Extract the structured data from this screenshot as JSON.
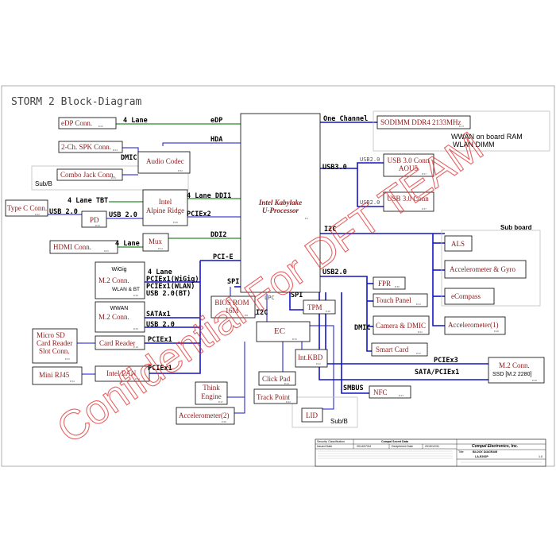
{
  "title": "STORM 2 Block-Diagram",
  "watermark": "Confidential For DFT TEAM",
  "cpu": {
    "line1": "Intel Kabylake",
    "line2": "U-Processor",
    "page": "P.5"
  },
  "blocks": {
    "edp": {
      "label": "eDP Conn.",
      "page": "P.22"
    },
    "spk": {
      "label": "2-Ch. SPK Conn.",
      "page": "P.34"
    },
    "codec": {
      "label": "Audio Codec",
      "page": "P.32"
    },
    "combo": {
      "label": "Combo Jack Conn.",
      "page": "P.33"
    },
    "typec": {
      "label": "Type C Conn.",
      "page": "P.42"
    },
    "pd": {
      "label": "PD",
      "page": "P.43"
    },
    "alpine": {
      "line1": "Intel",
      "line2": "Alpine Ridge",
      "page": "P.40"
    },
    "hdmi": {
      "label": "HDMI Conn.",
      "page": "P.25"
    },
    "mux": {
      "label": "Mux",
      "page": "P.24"
    },
    "m2wigig": {
      "title": "WiGig",
      "label": "M.2 Conn.",
      "sub": "WLAN & BT",
      "page": "P.28"
    },
    "m2wwan": {
      "title": "WWAN",
      "label": "M.2 Conn.",
      "page": "P.29"
    },
    "cardreader": {
      "label": "Card Reader",
      "page": "P.19"
    },
    "microsd": {
      "line1": "Micro SD",
      "line2": "Card  Reader",
      "line3": "Slot Conn.",
      "page": "P.35"
    },
    "lan": {
      "label": "Intel LAN",
      "page": "P.34"
    },
    "rj45": {
      "label": "Mini RJ45",
      "page": "P.34"
    },
    "bios": {
      "line1": "BIOS ROM",
      "line2": "16M",
      "page": "P.6"
    },
    "tpm": {
      "label": "TPM",
      "page": "P.48"
    },
    "ec": {
      "label": "EC",
      "page": "P.35"
    },
    "intkbd": {
      "label": "Int.KBD",
      "page": "P.42"
    },
    "thinkengine": {
      "line1": "Think",
      "line2": "Engine",
      "page": "P.47"
    },
    "clickpad": {
      "label": "Click Pad",
      "page": "P.44"
    },
    "trackpoint": {
      "label": "Track Point",
      "page": "P.42"
    },
    "accel2": {
      "label": "Accelerometer(2)",
      "page": "P.46"
    },
    "lid": {
      "label": "LID"
    },
    "sodimm": {
      "label": "SODIMM DDR4 2133MHz",
      "page": "P.13"
    },
    "usb3aou": {
      "line1": "USB 3.0 Conn",
      "line2": "AOU5",
      "page": "P.37"
    },
    "usb3": {
      "label": "USB 3.0 Conn",
      "page": "P.37"
    },
    "als": {
      "label": "ALS"
    },
    "accelgyro": {
      "label": "Accelerometer & Gyro"
    },
    "ecompass": {
      "label": "eCompass"
    },
    "accel1": {
      "label": "Accelerometer(1)",
      "page": "P.46"
    },
    "fpr": {
      "label": "FPR",
      "page": "P.30"
    },
    "touchpanel": {
      "label": "Touch Panel",
      "page": "P.22"
    },
    "camera": {
      "label": "Camera & DMIC",
      "page": "P.22"
    },
    "smartcard": {
      "label": "Smart Card",
      "page": "P.32"
    },
    "nfc": {
      "label": "NFC",
      "page": "P.43"
    },
    "m2ssd": {
      "label": "M.2 Conn.",
      "sub": "SSD [M.2 2280]",
      "page": "P.28"
    }
  },
  "groups": {
    "subb_left": "Sub/B",
    "subboard": "Sub board",
    "wwan_onboard_line1": "WWAN on board RAM",
    "wwan_onboard_line2": "WLAN  DIMM",
    "subb_lid": "Sub/B"
  },
  "buses": {
    "edp_lane": "4 Lane",
    "edp": "eDP",
    "hda": "HDA",
    "dmic": "DMIC",
    "tbt": "4 Lane TBT",
    "usb20_pd": "USB 2.0",
    "usb20_ar": "USB 2.0",
    "ddi1": "4 Lane  DDI1",
    "pciex2": "PCIEx2",
    "hdmi_lane": "4 Lane",
    "ddi2": "DDI2",
    "pcie": "PCI-E",
    "m2_lane": "4 Lane",
    "wigig_pcie": "PCIEx1(WiGig)",
    "wlan_pcie": "PCIEx1(WLAN)",
    "bt_usb": "USB 2.0(BT)",
    "sata": "SATAx1",
    "wwan_usb": "USB 2.0",
    "card_pcie": "PCIEx1",
    "lan_pcie": "PCIEx1",
    "spi": "SPI",
    "lpc": "LPC",
    "spi_tpm": "SPI",
    "i2c_ec": "I2C",
    "one_channel": "One Channel",
    "usb30": "USB3.0",
    "usb20_aou": "USB2.0",
    "usb20_conn": "USB2.0",
    "i2c": "I2C",
    "usb20_right": "USB2.0",
    "dmic_right": "DMIC",
    "pciex3": "PCIEx3",
    "sata_pcie": "SATA/PCIEx1",
    "smbus": "SMBUS"
  },
  "titleblock": {
    "security": "Security Classification",
    "secret": "Compal Secret Data",
    "company": "Compal Electronics, Inc.",
    "issued_label": "Issued Date",
    "issued": "2014/07/04",
    "deciphered_label": "Deciphered Date",
    "deciphered": "2015/12/31",
    "title_label": "Title",
    "doc": "BLOCK DIAGRAM",
    "docno": "LA-E292P",
    "rev": "1.0"
  }
}
